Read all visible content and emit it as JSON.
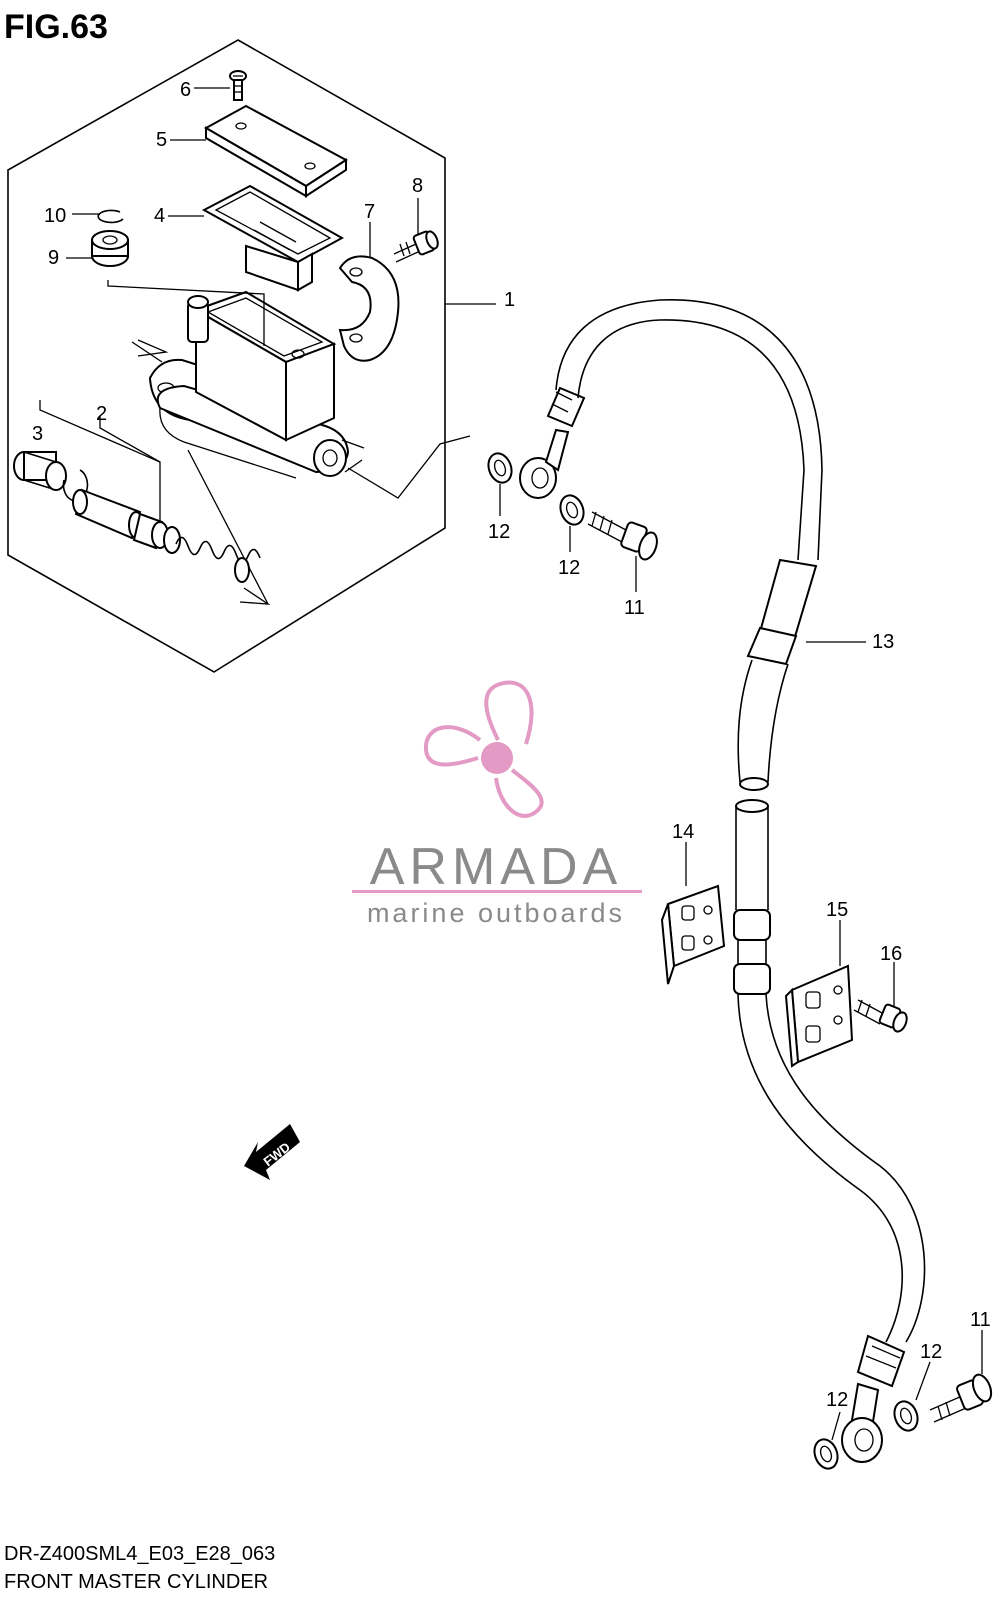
{
  "figure": {
    "title": "FIG.63"
  },
  "callouts": [
    {
      "id": "c1",
      "text": "1"
    },
    {
      "id": "c2",
      "text": "2"
    },
    {
      "id": "c3",
      "text": "3"
    },
    {
      "id": "c4",
      "text": "4"
    },
    {
      "id": "c5",
      "text": "5"
    },
    {
      "id": "c6",
      "text": "6"
    },
    {
      "id": "c7",
      "text": "7"
    },
    {
      "id": "c8",
      "text": "8"
    },
    {
      "id": "c9",
      "text": "9"
    },
    {
      "id": "c10",
      "text": "10"
    },
    {
      "id": "c11a",
      "text": "11"
    },
    {
      "id": "c11b",
      "text": "11"
    },
    {
      "id": "c12a",
      "text": "12"
    },
    {
      "id": "c12b",
      "text": "12"
    },
    {
      "id": "c12c",
      "text": "12"
    },
    {
      "id": "c12d",
      "text": "12"
    },
    {
      "id": "c13",
      "text": "13"
    },
    {
      "id": "c14",
      "text": "14"
    },
    {
      "id": "c15",
      "text": "15"
    },
    {
      "id": "c16",
      "text": "16"
    }
  ],
  "watermark": {
    "brand": "ARMADA",
    "tagline": "marine outboards",
    "brand_color": "#8a8a8a",
    "tagline_color": "#8a8a8a",
    "accent_color": "#e39ac4",
    "icon": "propeller-logo"
  },
  "direction_marker": {
    "text": "FWD",
    "icon": "arrow-left-icon"
  },
  "footer": {
    "model_code": "DR-Z400SML4_E03_E28_063",
    "caption": "FRONT MASTER CYLINDER"
  }
}
